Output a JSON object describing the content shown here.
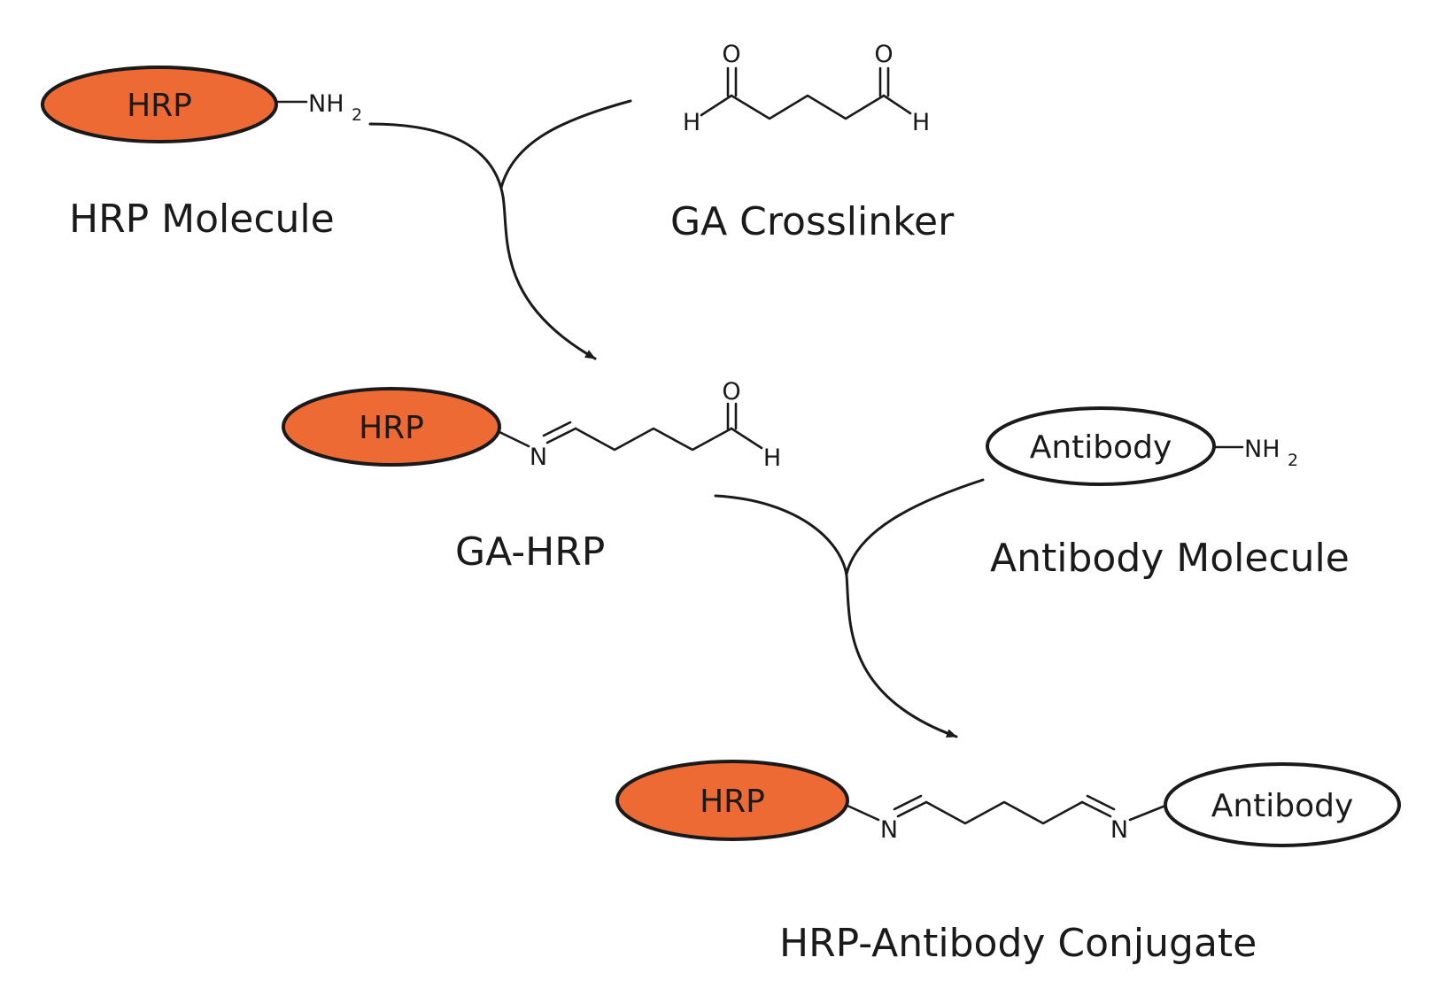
{
  "colors": {
    "hrp_fill": "#ee6a35",
    "antibody_fill": "#ffffff",
    "ink": "#1a1a1a"
  },
  "molecules": {
    "hrp_molecule": {
      "blob_label": "HRP",
      "amine": {
        "main": "NH",
        "subscript": "2"
      },
      "caption": "HRP Molecule"
    },
    "ga_crosslinker": {
      "atoms": {
        "oxygen": "O",
        "hydrogen": "H"
      },
      "caption": "GA Crosslinker"
    },
    "ga_hrp": {
      "blob_label": "HRP",
      "atoms": {
        "nitrogen": "N",
        "oxygen": "O",
        "hydrogen": "H"
      },
      "caption": "GA-HRP"
    },
    "antibody_molecule": {
      "blob_label": "Antibody",
      "amine": {
        "main": "NH",
        "subscript": "2"
      },
      "caption": "Antibody Molecule"
    },
    "conjugate": {
      "hrp_label": "HRP",
      "antibody_label": "Antibody",
      "atoms": {
        "nitrogen": "N"
      },
      "caption": "HRP-Antibody Conjugate"
    }
  },
  "reaction_steps": [
    {
      "reactants": [
        "HRP Molecule",
        "GA Crosslinker"
      ],
      "product": "GA-HRP"
    },
    {
      "reactants": [
        "GA-HRP",
        "Antibody Molecule"
      ],
      "product": "HRP-Antibody Conjugate"
    }
  ]
}
